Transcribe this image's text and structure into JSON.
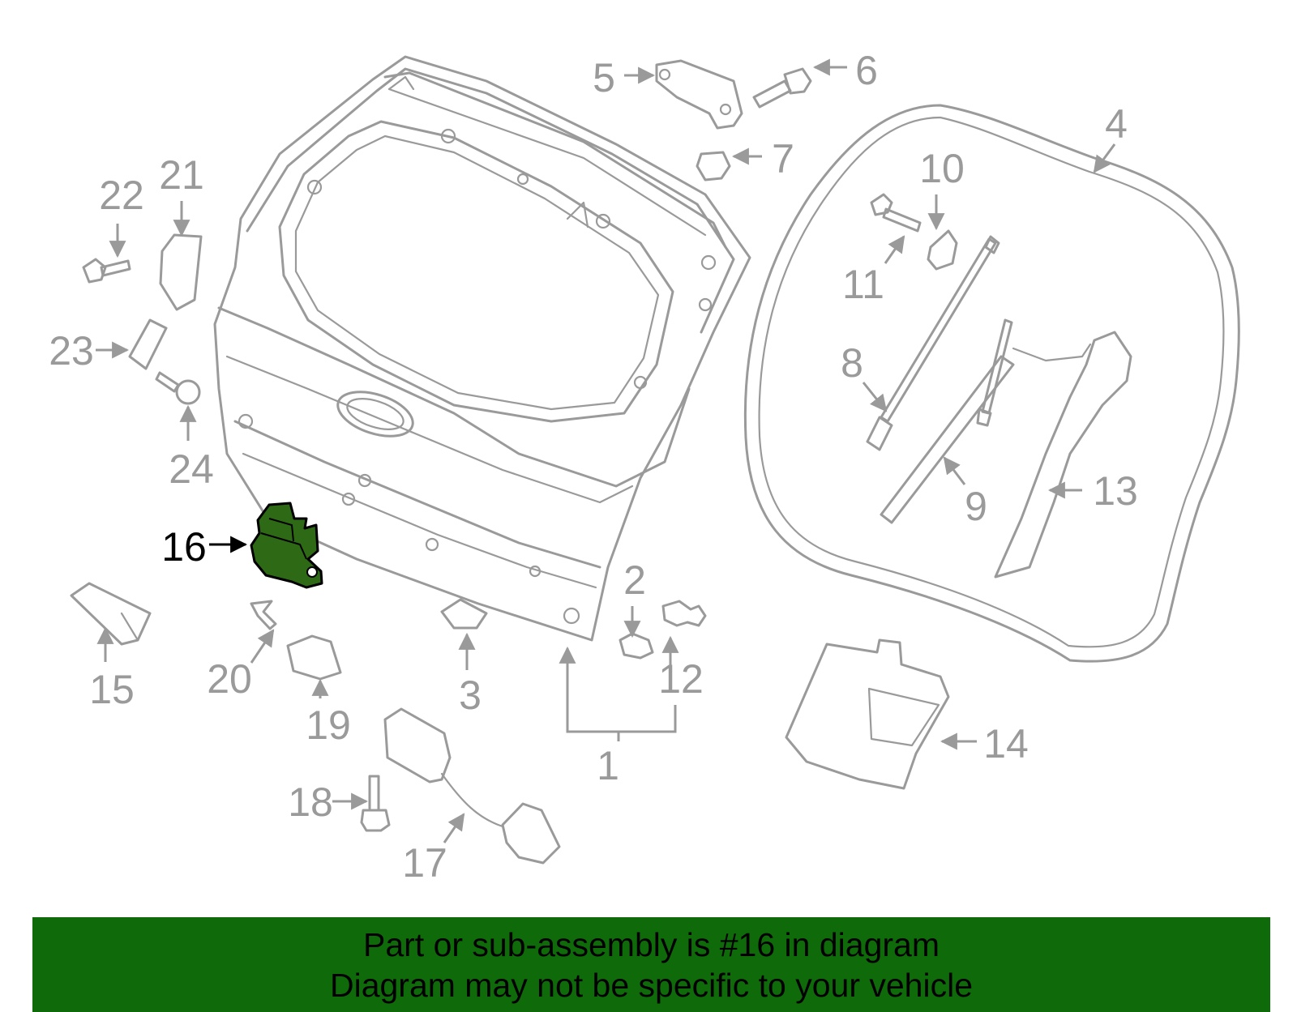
{
  "diagram": {
    "highlighted_part": "16",
    "highlight_color": "#2e6a16",
    "line_color": "#9a9a9a",
    "callouts": [
      "1",
      "2",
      "3",
      "4",
      "5",
      "6",
      "7",
      "8",
      "9",
      "10",
      "11",
      "12",
      "13",
      "14",
      "15",
      "16",
      "17",
      "18",
      "19",
      "20",
      "21",
      "22",
      "23",
      "24"
    ]
  },
  "banner": {
    "background": "#0f6a0a",
    "line1": "Part or sub-assembly is #16 in diagram",
    "line2": "Diagram may not be specific to your vehicle"
  }
}
